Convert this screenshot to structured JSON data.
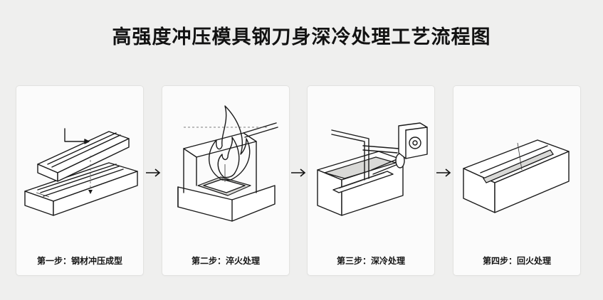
{
  "title": "高强度冲压模具钢刀身深冷处理工艺流程图",
  "steps": [
    {
      "label": "第一步：钢材冲压成型",
      "icon": "press-die-icon"
    },
    {
      "label": "第二步：淬火处理",
      "icon": "flame-furnace-icon"
    },
    {
      "label": "第三步：深冷处理",
      "icon": "cryo-tank-icon"
    },
    {
      "label": "第四步：回火处理",
      "icon": "finished-blade-block-icon"
    }
  ],
  "arrow_icon": "right-arrow-icon"
}
